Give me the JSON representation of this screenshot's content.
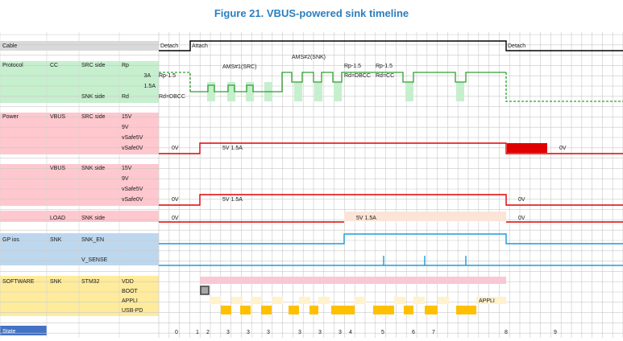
{
  "figure": {
    "title_prefix": "Figure 21.",
    "title_text": "VBUS-powered sink timeline"
  },
  "labels": {
    "cable": "Cable",
    "protocol": "Protocol",
    "cc": "CC",
    "src_side": "SRC side",
    "snk_side": "SNK side",
    "rp": "Rp",
    "rd": "Rd",
    "power": "Power",
    "vbus": "VBUS",
    "v15": "15V",
    "v9": "9V",
    "vsafe5v": "vSafe5V",
    "vsafe0v": "vSafe0V",
    "load": "LOAD",
    "gpios": "GP ios",
    "snk": "SNK",
    "snk_en": "SNK_EN",
    "v_sense": "V_SENSE",
    "software": "SOFTWARE",
    "stm32": "STM32",
    "vdd": "VDD",
    "boot": "BOOT",
    "appli": "APPLI",
    "usbpd": "USB-PD",
    "state": "State"
  },
  "annotations": {
    "detach_start": "Detach",
    "attach": "Attach",
    "detach_end": "Detach",
    "a3": "3A",
    "a15": "1.5A",
    "rp15": "Rp-1.5",
    "rd_dbcc": "Rd=DBCC",
    "ams1": "AMS#1(SRC)",
    "ams2": "AMS#2(SNK)",
    "rp15_b": "Rp-1.5",
    "rp15_c": "Rp-1.5",
    "rd_dbcc_b": "Rd=DBCC",
    "rd_cc": "Rd=CC",
    "src_0v": "0V",
    "src_5v": "5V 1.5A",
    "src_0v_end": "0V",
    "snk_0v": "0V",
    "snk_5v": "5V 1.5A",
    "snk_0v_end": "0V",
    "load_0v": "0V",
    "load_5v": "5V 1.5A",
    "load_0v_end": "0V"
  },
  "states": [
    "0",
    "1",
    "2",
    "3",
    "3",
    "3",
    "3",
    "3",
    "3",
    "4",
    "5",
    "6",
    "7",
    "8",
    "9"
  ],
  "colors": {
    "cable_band": "#d9d9d9",
    "protocol_band": "#c6efce",
    "protocol_signal": "#2ca02c",
    "power_band": "#ffc7ce",
    "power_signal": "#e00000",
    "load_band": "#fce4d6",
    "gpio_band": "#bdd7ee",
    "gpio_signal": "#1e9bd7",
    "software_band": "#ffeb9c",
    "vdd_band": "#f8c8d4",
    "appli_band": "#fff2cc",
    "usbpd_band": "#ffc000",
    "state_band": "#4472c4",
    "title": "#2a7fc0"
  }
}
